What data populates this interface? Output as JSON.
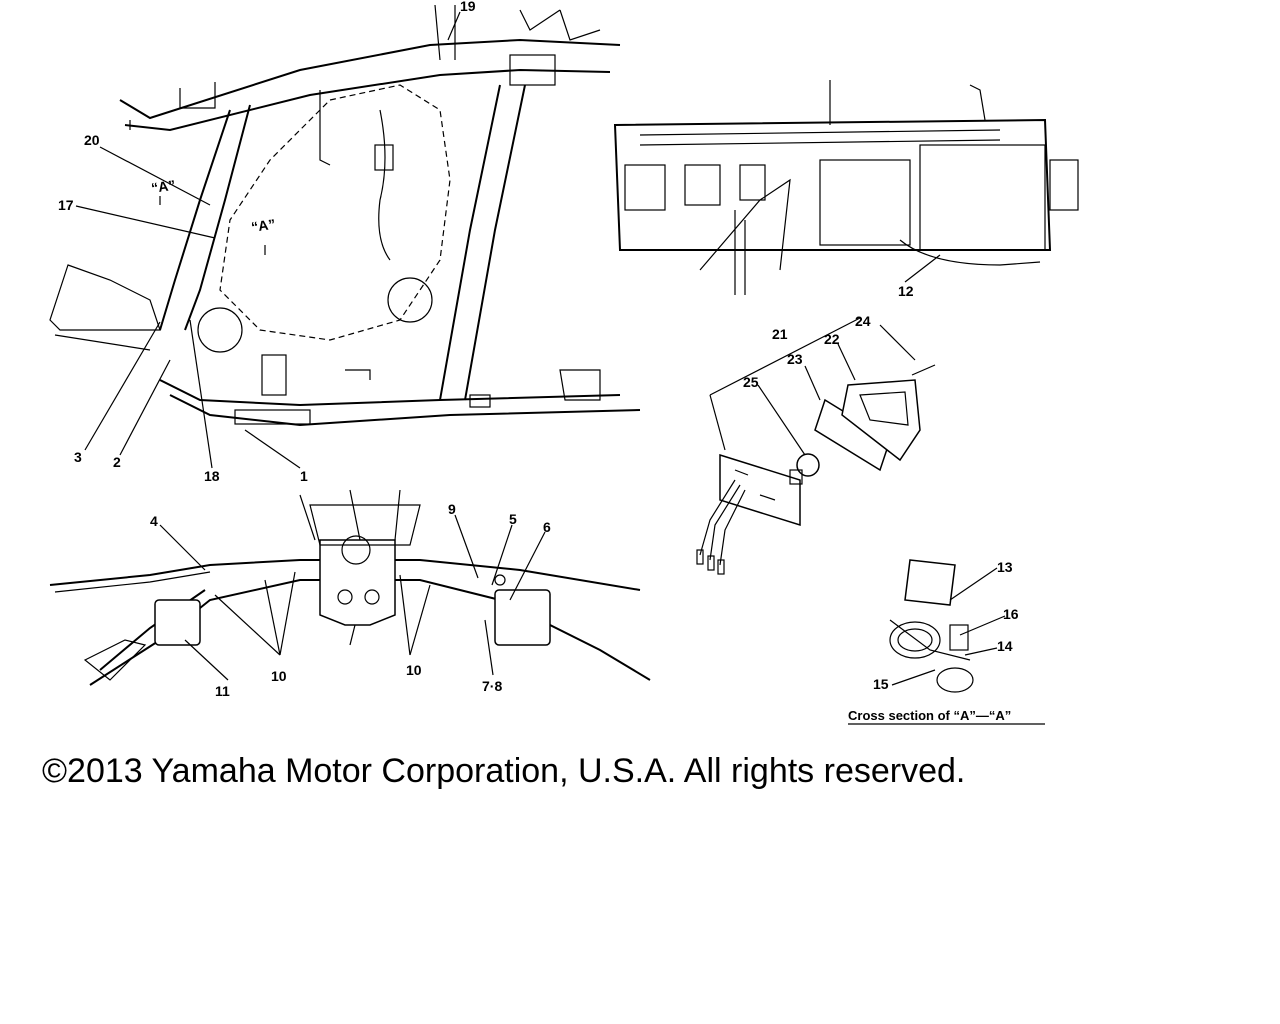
{
  "diagram": {
    "callouts": [
      {
        "id": "c19",
        "text": "19"
      },
      {
        "id": "c20",
        "text": "20"
      },
      {
        "id": "c17",
        "text": "17"
      },
      {
        "id": "cA1",
        "text": "“A”"
      },
      {
        "id": "cA2",
        "text": "“A”"
      },
      {
        "id": "c3",
        "text": "3"
      },
      {
        "id": "c2",
        "text": "2"
      },
      {
        "id": "c18",
        "text": "18"
      },
      {
        "id": "c1",
        "text": "1"
      },
      {
        "id": "c12",
        "text": "12"
      },
      {
        "id": "c21",
        "text": "21"
      },
      {
        "id": "c24",
        "text": "24"
      },
      {
        "id": "c23",
        "text": "23"
      },
      {
        "id": "c22",
        "text": "22"
      },
      {
        "id": "c25",
        "text": "25"
      },
      {
        "id": "c4",
        "text": "4"
      },
      {
        "id": "c9",
        "text": "9"
      },
      {
        "id": "c5",
        "text": "5"
      },
      {
        "id": "c6",
        "text": "6"
      },
      {
        "id": "c11",
        "text": "11"
      },
      {
        "id": "c10a",
        "text": "10"
      },
      {
        "id": "c10b",
        "text": "10"
      },
      {
        "id": "c78",
        "text": "7·8"
      },
      {
        "id": "c13",
        "text": "13"
      },
      {
        "id": "c16",
        "text": "16"
      },
      {
        "id": "c14",
        "text": "14"
      },
      {
        "id": "c15",
        "text": "15"
      }
    ],
    "section_caption": "Cross section of “A”—“A”"
  },
  "footer": {
    "copyright": "©2013 Yamaha Motor Corporation, U.S.A. All rights reserved."
  }
}
